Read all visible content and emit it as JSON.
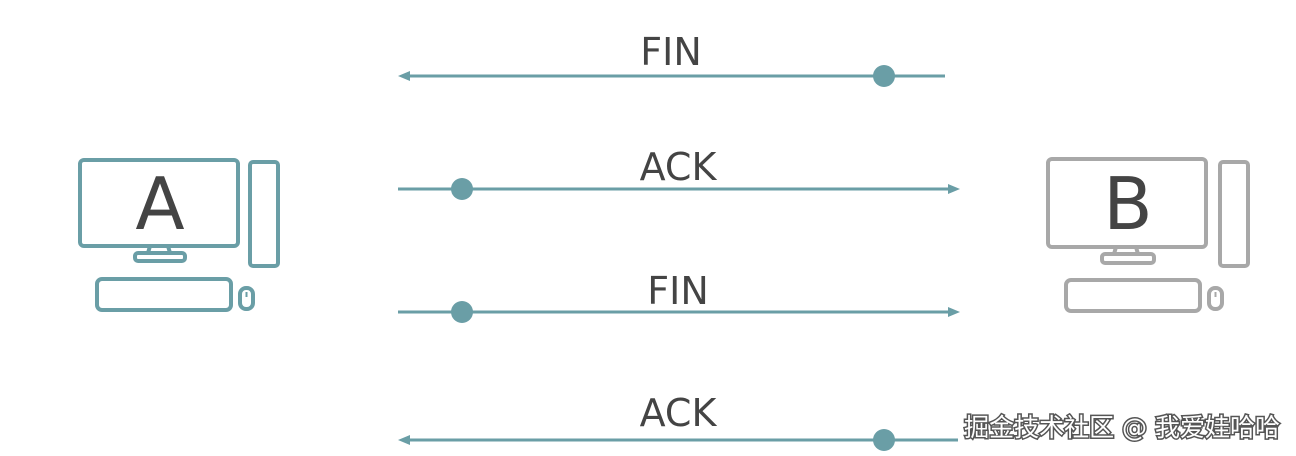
{
  "colors": {
    "line": "#6a9ea6",
    "host_a": "#6a9ea6",
    "host_b": "#a8a8a8",
    "text": "#444444"
  },
  "hosts": {
    "a": {
      "label": "A",
      "icon": "computer-icon"
    },
    "b": {
      "label": "B",
      "icon": "computer-icon"
    }
  },
  "messages": [
    {
      "label": "FIN",
      "direction": "B-to-A"
    },
    {
      "label": "ACK",
      "direction": "A-to-B"
    },
    {
      "label": "FIN",
      "direction": "A-to-B"
    },
    {
      "label": "ACK",
      "direction": "B-to-A"
    }
  ],
  "watermark": "掘金技术社区 @ 我爱娃哈哈"
}
